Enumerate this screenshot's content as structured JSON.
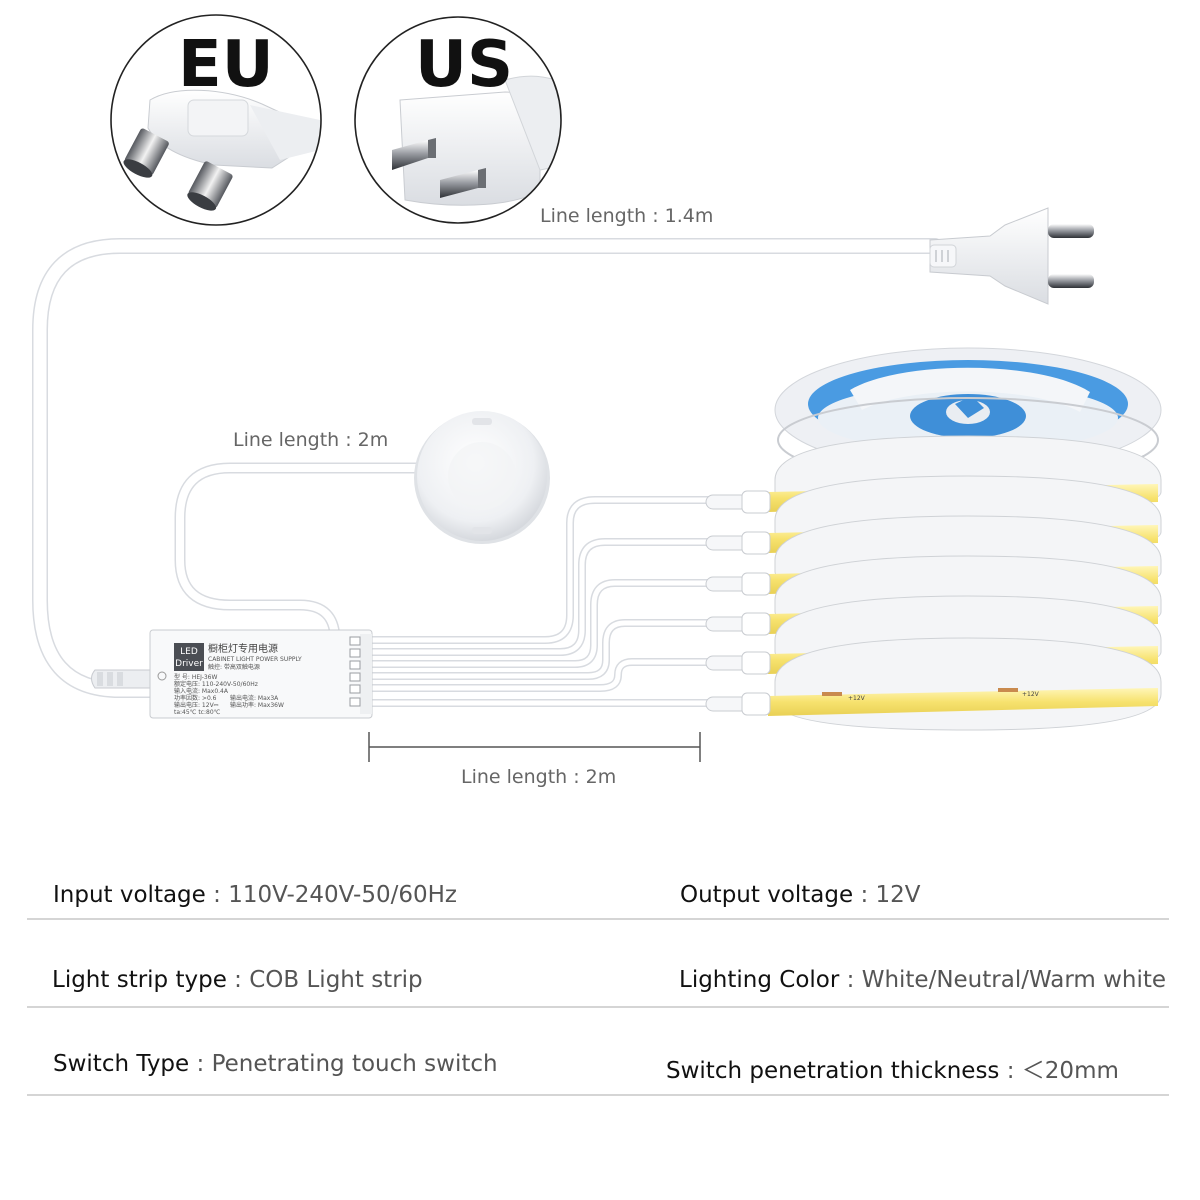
{
  "badges": {
    "eu": "EU",
    "us": "US"
  },
  "line_lengths": {
    "plug_cable": "Line length : 1.4m",
    "switch_cable": "Line length : 2m",
    "strip_cable": "Line length : 2m"
  },
  "driver": {
    "logo_line1": "LED",
    "logo_line2": "Driver",
    "title_cn": "橱柜灯专用电源",
    "title_en": "CABINET LIGHT POWER SUPPLY",
    "subtitle_cn": "触控: 带高双触电源",
    "specs": [
      "型 号: HEJ-36W",
      "额定电压: 110-240V-50/60Hz",
      "输入电流: Max0.4A",
      "功率因数: >0.6",
      "输出电压: 12V⎓",
      "输出电流: Max3A",
      "输出功率: Max36W",
      "ta:45℃  tc:80℃"
    ]
  },
  "strip_label": "+12V",
  "specs": [
    {
      "label": "Input voltage",
      "sep": " : ",
      "value": "110V-240V-50/60Hz"
    },
    {
      "label": "Output voltage",
      "sep": " : ",
      "value": "12V"
    },
    {
      "label": "Light strip type",
      "sep": " : ",
      "value": "COB Light strip"
    },
    {
      "label": "Lighting Color",
      "sep": " : ",
      "value": "White/Neutral/Warm white"
    },
    {
      "label": "Switch Type",
      "sep": " : ",
      "value": "Penetrating touch switch"
    },
    {
      "label": "Switch penetration thickness",
      "sep": " : ",
      "value": "＜20mm"
    }
  ],
  "colors": {
    "cable": "#e8eaee",
    "strip_yellow": "#f7e26e",
    "strip_copper": "#c98a4e",
    "reel_blue": "#4a9be2"
  }
}
